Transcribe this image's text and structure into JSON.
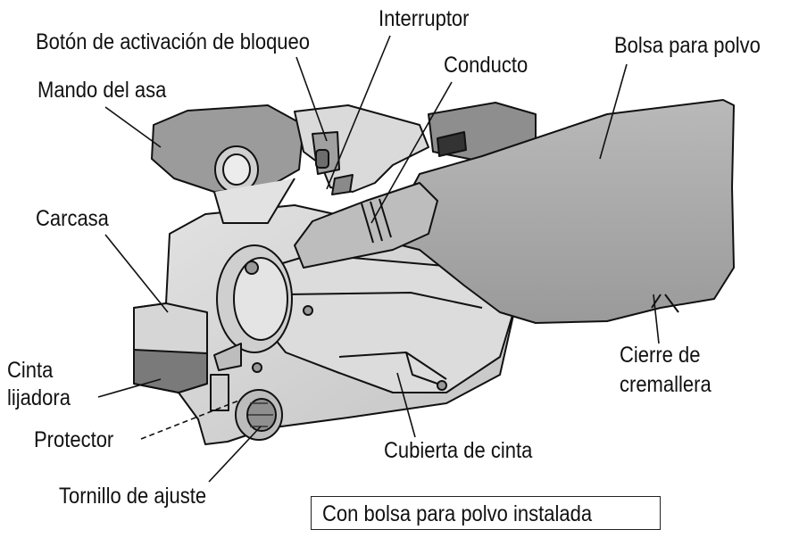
{
  "labels": {
    "boton_bloqueo": "Botón de activación de bloqueo",
    "interruptor": "Interruptor",
    "bolsa_polvo": "Bolsa para polvo",
    "mando_asa": "Mando del asa",
    "conducto": "Conducto",
    "carcasa": "Carcasa",
    "cinta_lijadora_1": "Cinta",
    "cinta_lijadora_2": "lijadora",
    "cierre_1": "Cierre de",
    "cierre_2": "cremallera",
    "protector": "Protector",
    "cubierta_cinta": "Cubierta de cinta",
    "tornillo_ajuste": "Tornillo de ajuste"
  },
  "caption": "Con bolsa para polvo instalada"
}
